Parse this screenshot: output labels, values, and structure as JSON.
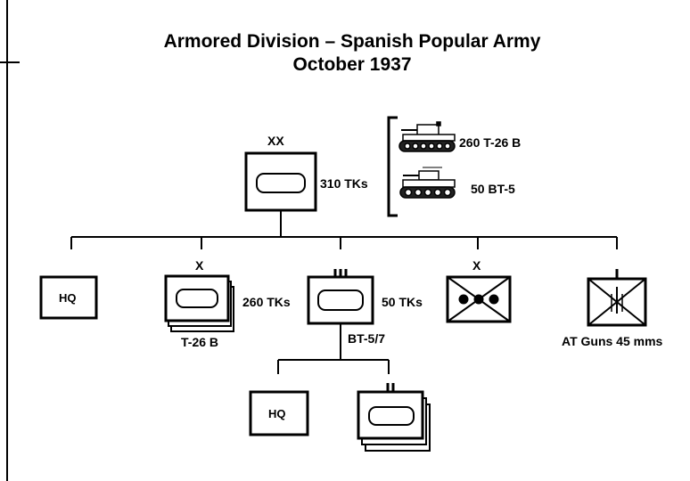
{
  "title": "Armored Division – Spanish Popular Army",
  "subtitle": "October 1937",
  "division": {
    "size_marker": "XX",
    "strength": "310 TKs",
    "composition": [
      {
        "count_label": "260 T-26 B",
        "icon": "t26-tank-icon"
      },
      {
        "count_label": "50 BT-5",
        "icon": "bt5-tank-icon"
      }
    ]
  },
  "subordinates": {
    "hq": {
      "label": "HQ"
    },
    "t26_brigade": {
      "size_marker": "X",
      "strength": "260 TKs",
      "type": "T-26  B",
      "icon": "armor-symbol-stacked"
    },
    "bt_regiment": {
      "size_marker": "III",
      "strength": "50 TKs",
      "type": "BT-5/7",
      "icon": "armor-symbol"
    },
    "brigade_x": {
      "size_marker": "X",
      "icon": "infantry-cross-symbol"
    },
    "at_unit": {
      "size_marker": "I",
      "type": "AT Guns 45 mms",
      "icon": "antitank-symbol"
    }
  },
  "bt_subunits": {
    "hq": {
      "label": "HQ"
    },
    "armor": {
      "size_marker": "II",
      "icon": "armor-symbol-stacked"
    }
  },
  "colors": {
    "line": "#000000",
    "fill": "#ffffff"
  }
}
